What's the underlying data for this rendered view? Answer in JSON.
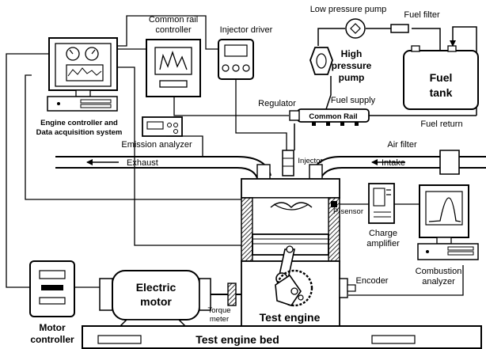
{
  "labels": {
    "common_rail_controller_1": "Common rail",
    "common_rail_controller_2": "controller",
    "injector_driver": "Injector driver",
    "low_pressure_pump": "Low pressure pump",
    "fuel_filter": "Fuel filter",
    "high_pressure_pump_1": "High",
    "high_pressure_pump_2": "pressure",
    "high_pressure_pump_3": "pump",
    "fuel_tank_1": "Fuel",
    "fuel_tank_2": "tank",
    "regulator": "Regulator",
    "fuel_supply": "Fuel supply",
    "common_rail": "Common Rail",
    "fuel_return": "Fuel return",
    "engine_controller_1": "Engine controller and",
    "engine_controller_2": "Data acquisition system",
    "emission_analyzer": "Emission analyzer",
    "exhaust": "Exhaust",
    "injector": "Injector",
    "air_filter": "Air filter",
    "intake": "Intake",
    "p_sensor": "P-sensor",
    "charge_amplifier_1": "Charge",
    "charge_amplifier_2": "amplifier",
    "combustion_analyzer_1": "Combustion",
    "combustion_analyzer_2": "analyzer",
    "encoder": "Encoder",
    "electric_motor_1": "Electric",
    "electric_motor_2": "motor",
    "torque_meter_1": "Torque",
    "torque_meter_2": "meter",
    "test_engine": "Test engine",
    "motor_controller_1": "Motor",
    "motor_controller_2": "controller",
    "test_engine_bed": "Test engine bed"
  }
}
